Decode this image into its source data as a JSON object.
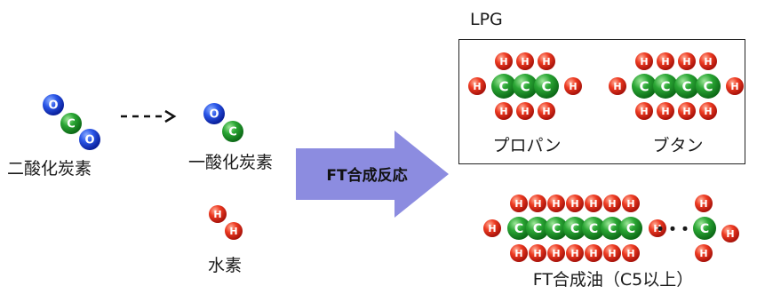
{
  "labels": {
    "co2": "二酸化炭素",
    "co": "一酸化炭素",
    "h2": "水素",
    "reaction": "FT合成反応",
    "lpg": "LPG",
    "propane": "プロパン",
    "butane": "ブタン",
    "ft_oil": "FT合成油（C5以上）",
    "ellipsis": "・・・"
  },
  "atoms": {
    "oxygen": "O",
    "carbon": "C",
    "hydrogen": "H"
  },
  "colors": {
    "oxygen": "#1a3fd6",
    "carbon": "#1f9a2a",
    "hydrogen": "#e0301e",
    "arrow": "#8c8ce0",
    "text": "#1a1a1a"
  },
  "molecules": {
    "co2": {
      "atoms": [
        "O",
        "C",
        "O"
      ]
    },
    "co": {
      "atoms": [
        "O",
        "C"
      ]
    },
    "h2": {
      "atoms": [
        "H",
        "H"
      ]
    },
    "propane": {
      "carbon_count": 3
    },
    "butane": {
      "carbon_count": 4
    },
    "ft_oil_chain": {
      "carbon_count": 7
    },
    "ft_oil_end": {
      "carbon_count": 1
    }
  }
}
